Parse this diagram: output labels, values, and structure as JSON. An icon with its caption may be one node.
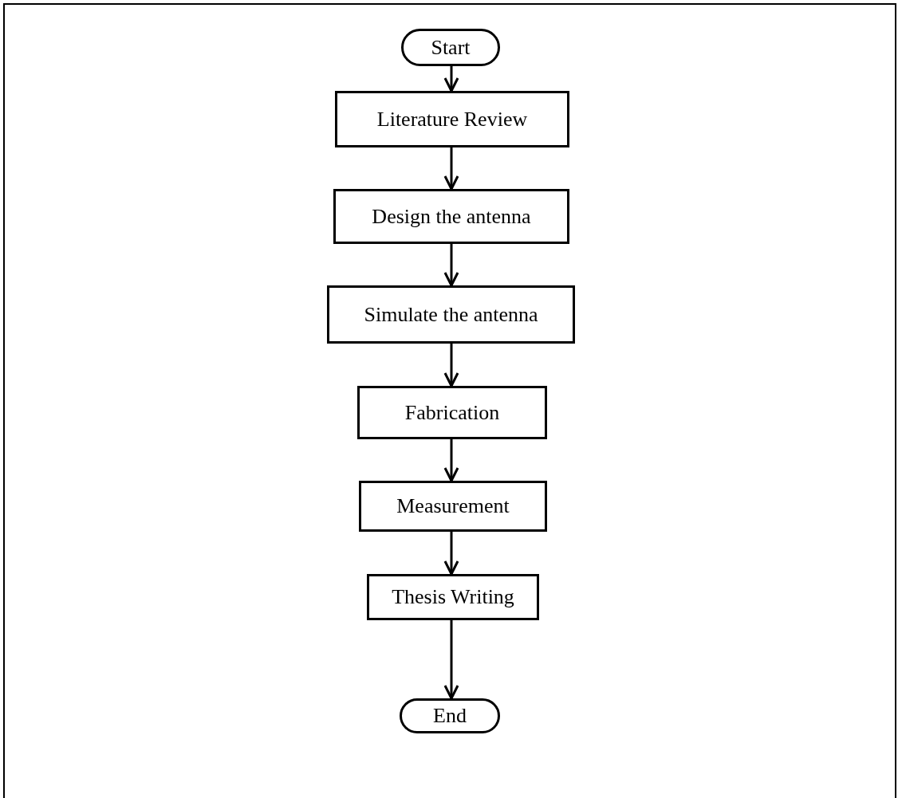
{
  "diagram": {
    "nodes": [
      {
        "text": [
          "Start"
        ]
      },
      {
        "text": [
          "Literature Review"
        ]
      },
      {
        "text": [
          "Design the antenna"
        ]
      },
      {
        "text": [
          "Simulate the antenna"
        ]
      },
      {
        "text": [
          "Fabrication"
        ]
      },
      {
        "text": [
          "Measurement"
        ]
      },
      {
        "text": [
          "Thesis Writing"
        ]
      },
      {
        "text": [
          "End"
        ]
      }
    ],
    "edges": [
      {
        "from": 0,
        "to": 1,
        "arrow": "to"
      },
      {
        "from": 1,
        "to": 2,
        "arrow": "to"
      },
      {
        "from": 2,
        "to": 3,
        "arrow": "to"
      },
      {
        "from": 3,
        "to": 4,
        "arrow": "to"
      },
      {
        "from": 4,
        "to": 5,
        "arrow": "to"
      },
      {
        "from": 5,
        "to": 6,
        "arrow": "to"
      },
      {
        "from": 6,
        "to": 7,
        "arrow": "to"
      }
    ]
  }
}
